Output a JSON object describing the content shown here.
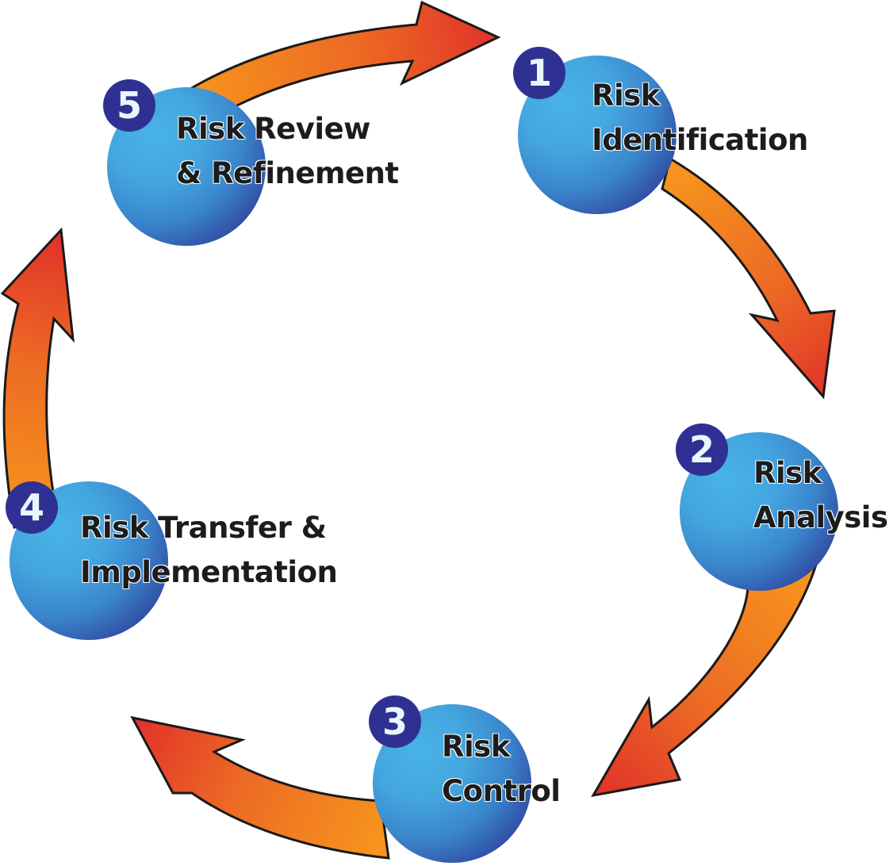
{
  "diagram": {
    "title": "Risk Management Cycle",
    "colors": {
      "sphere_light": "#48b3e6",
      "sphere_mid": "#3a8fd0",
      "sphere_dark": "#2e3f9a",
      "badge_bg": "#2e3192",
      "badge_text": "#eaf6fc",
      "arrow_start": "#f7941d",
      "arrow_mid": "#ec6a24",
      "arrow_end": "#e1312a",
      "outline": "#1a1a1a",
      "label_text": "#1c1c1c"
    },
    "steps": [
      {
        "number": "1",
        "line1": "Risk",
        "line2": "Identification"
      },
      {
        "number": "2",
        "line1": "Risk",
        "line2": "Analysis"
      },
      {
        "number": "3",
        "line1": "Risk",
        "line2": "Control"
      },
      {
        "number": "4",
        "line1": "Risk Transfer &",
        "line2": "Implementation"
      },
      {
        "number": "5",
        "line1": "Risk Review",
        "line2": "& Refinement"
      }
    ],
    "arrows": [
      {
        "from": "1",
        "to": "2"
      },
      {
        "from": "2",
        "to": "3"
      },
      {
        "from": "3",
        "to": "4"
      },
      {
        "from": "4",
        "to": "5"
      },
      {
        "from": "5",
        "to": "1"
      }
    ]
  }
}
